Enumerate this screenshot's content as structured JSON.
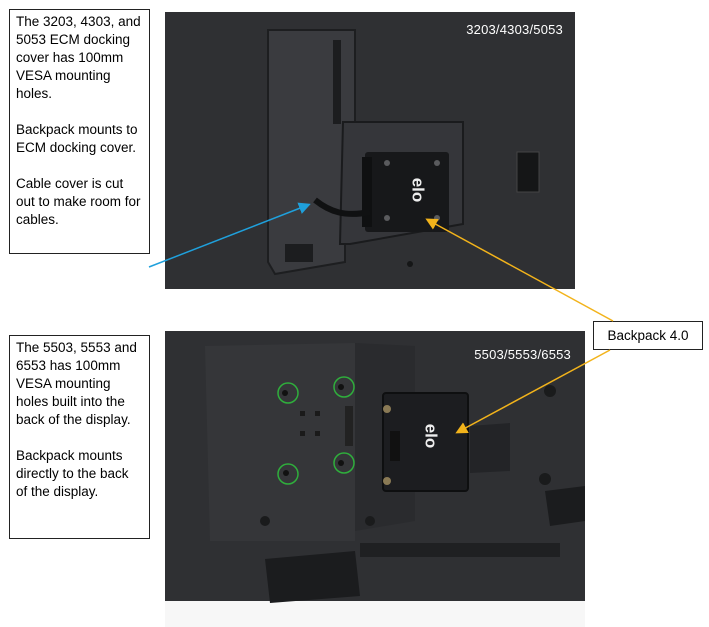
{
  "top_note": {
    "para1": "The 3203, 4303, and 5053 ECM docking cover has 100mm VESA mounting holes.",
    "para2": "Backpack mounts to ECM docking cover.",
    "para3": "Cable cover is cut out to make room for cables."
  },
  "bottom_note": {
    "para1": "The 5503, 5553 and 6553 has 100mm VESA mounting holes built into the back of the display.",
    "para2": "Backpack mounts directly to the back of the display."
  },
  "top_photo": {
    "model_label": "3203/4303/5053"
  },
  "bottom_photo": {
    "model_label": "5503/5553/6553"
  },
  "callout": {
    "label": "Backpack 4.0"
  },
  "logo_text": "elo",
  "colors": {
    "arrow_blue": "#1fa0dc",
    "arrow_orange": "#f2b31b",
    "circle_green": "#2fae3c",
    "panel_dark": "#2d2e31"
  }
}
